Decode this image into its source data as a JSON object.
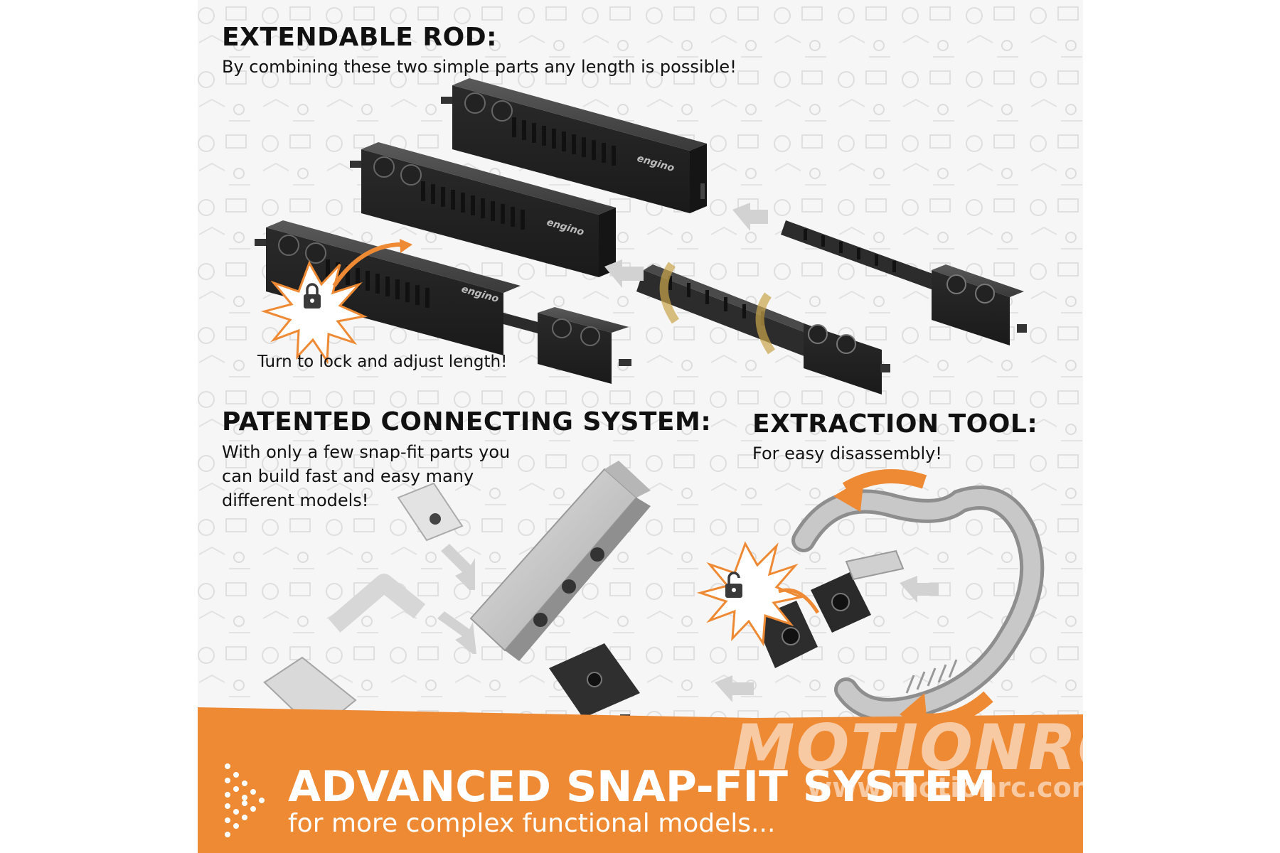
{
  "sections": {
    "rod": {
      "title": "EXTENDABLE ROD:",
      "subtitle": "By combining these two simple parts any length is possible!",
      "lock_caption": "Turn to lock and adjust length!"
    },
    "connect": {
      "title": "PATENTED CONNECTING SYSTEM:",
      "lines": [
        "With only a few snap-fit parts you",
        "can build fast and easy many",
        "different models!"
      ]
    },
    "tool": {
      "title": "EXTRACTION TOOL:",
      "subtitle": "For easy disassembly!"
    }
  },
  "banner": {
    "title": "ADVANCED SNAP-FIT SYSTEM",
    "subtitle": "for more complex functional models..."
  },
  "part_logo": "engino",
  "watermark": {
    "logo": "MOTIONRC",
    "url": "www.motionrc.com"
  },
  "colors": {
    "accent": "#ef8a34",
    "part_dark": "#2e2e2e",
    "part_light": "#c9c9c9",
    "text": "#111111"
  },
  "icons": [
    "lock-icon",
    "unlock-icon",
    "arrow-dots-icon"
  ]
}
